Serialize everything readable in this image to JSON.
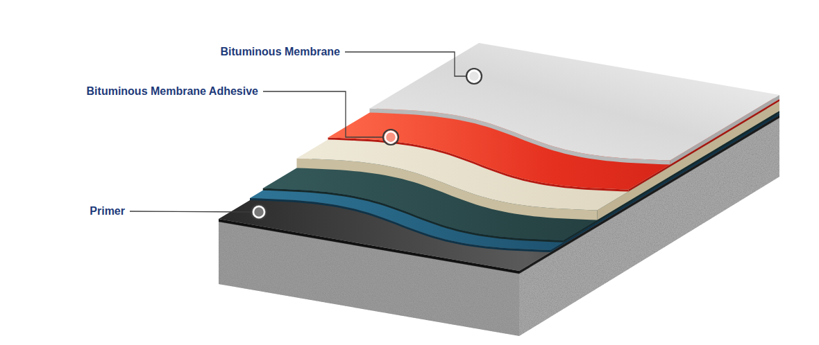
{
  "diagram": {
    "labels": [
      "Bituminous Membrane",
      "Bituminous Membrane Adhesive",
      "Primer"
    ]
  }
}
